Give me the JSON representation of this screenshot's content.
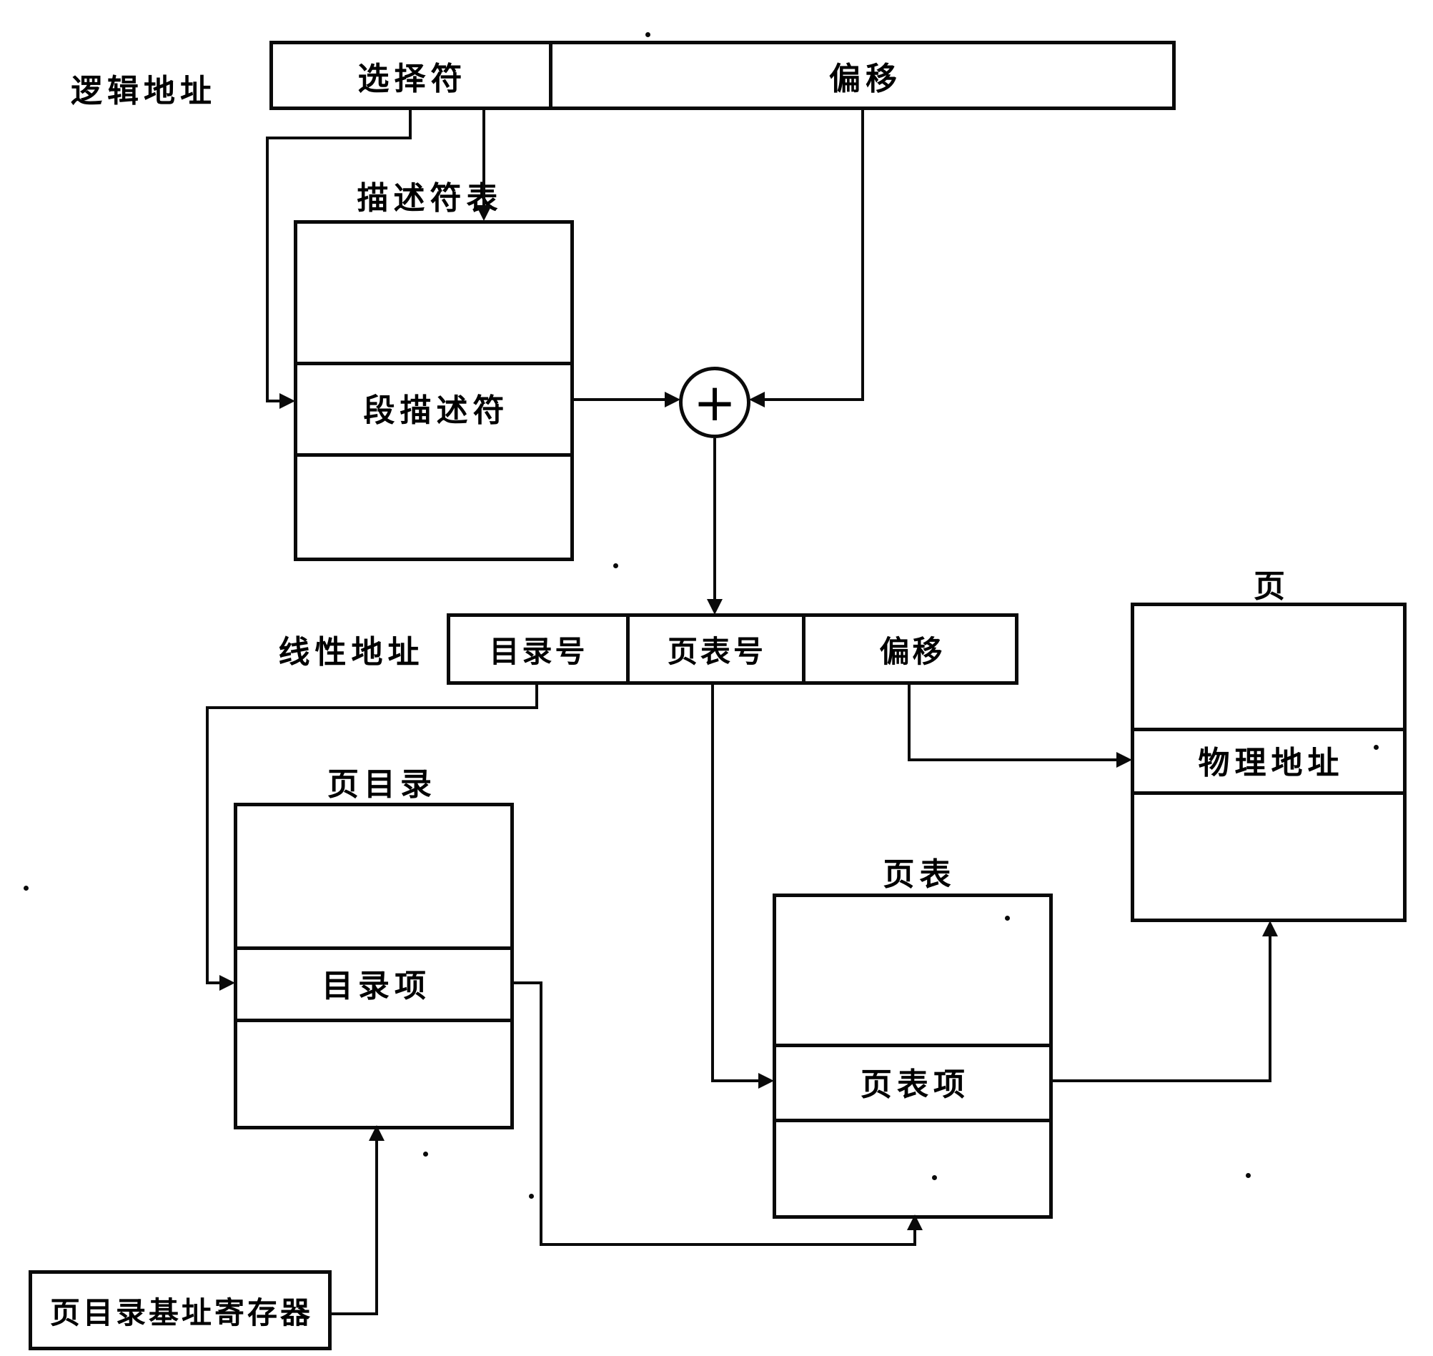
{
  "logical_address_row": {
    "label": "逻辑地址",
    "cells": {
      "selector": "选择符",
      "offset": "偏移"
    }
  },
  "descriptor_table": {
    "title": "描述符表",
    "middle_row": "段描述符"
  },
  "adder": {
    "symbol": "+"
  },
  "linear_address_row": {
    "label": "线性地址",
    "cells": {
      "directory": "目录号",
      "page_table": "页表号",
      "offset": "偏移"
    }
  },
  "page_directory": {
    "title": "页目录",
    "middle_row": "目录项"
  },
  "page_table": {
    "title": "页表",
    "middle_row": "页表项"
  },
  "page": {
    "title": "页",
    "middle_row": "物理地址"
  },
  "register": {
    "label": "页目录基址寄存器"
  },
  "colors": {
    "ink": "#0a0a0a",
    "paper": "#ffffff"
  }
}
